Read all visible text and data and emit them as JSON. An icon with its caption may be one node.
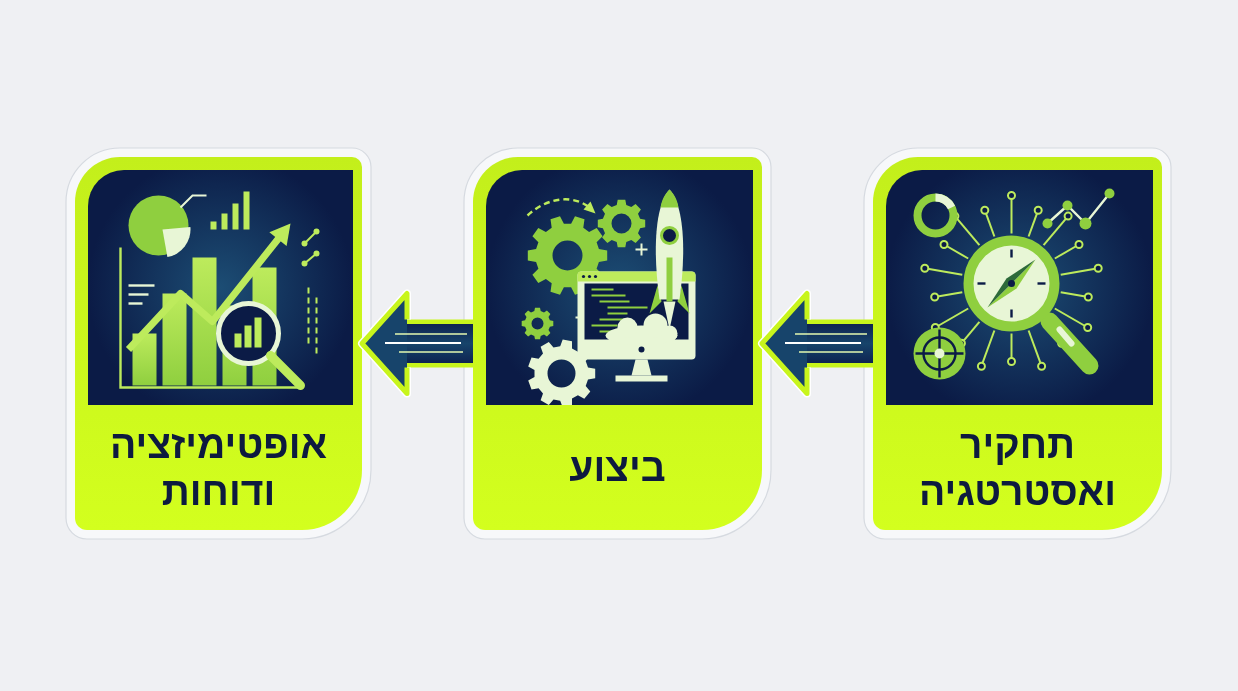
{
  "diagram": {
    "nodes": [
      {
        "text": [
          "תחקיר ואסטרטגיה"
        ]
      },
      {
        "text": [
          "ביצוע"
        ]
      },
      {
        "text": [
          "אופטימיזציה ודוחות"
        ]
      }
    ],
    "edges": [
      {
        "from": 0,
        "to": 1,
        "arrow": "to"
      },
      {
        "from": 1,
        "to": 2,
        "arrow": "to"
      }
    ]
  }
}
